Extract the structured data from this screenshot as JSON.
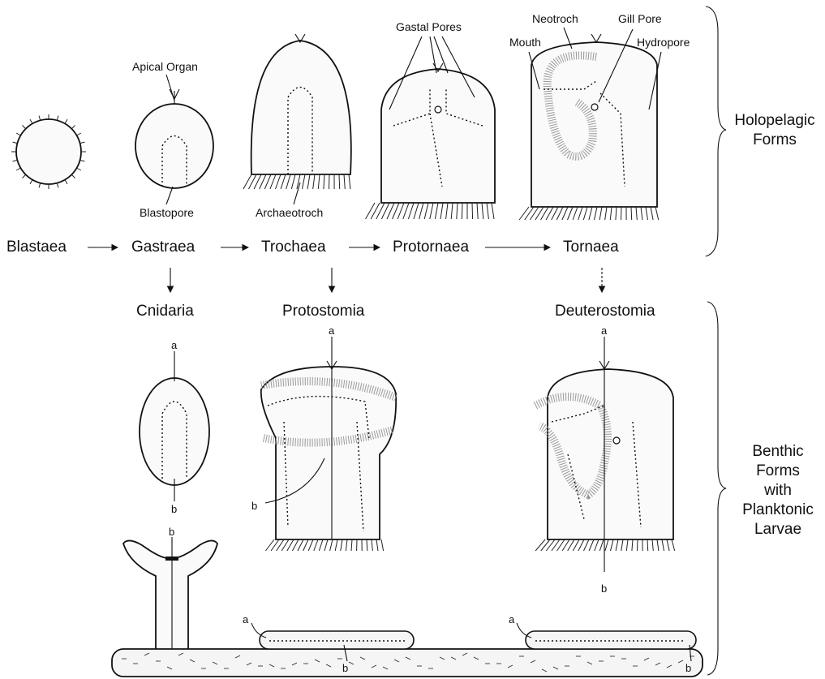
{
  "stages": {
    "blastaea": "Blastaea",
    "gastraea": "Gastraea",
    "trochaea": "Trochaea",
    "protornaea": "Protornaea",
    "tornaea": "Tornaea"
  },
  "groups": {
    "cnidaria": "Cnidaria",
    "protostomia": "Protostomia",
    "deuterostomia": "Deuterostomia"
  },
  "labels": {
    "apical_organ": "Apical Organ",
    "blastopore": "Blastopore",
    "archaeotroch": "Archaeotroch",
    "gastral_pores": "Gastal Pores",
    "neotroch": "Neotroch",
    "gill_pore": "Gill Pore",
    "mouth": "Mouth",
    "hydropore": "Hydropore"
  },
  "brackets": {
    "holopelagic": [
      "Holopelagic",
      "Forms"
    ],
    "benthic": [
      "Benthic",
      "Forms",
      "with",
      "Planktonic",
      "Larvae"
    ]
  },
  "axis_letters": {
    "a": "a",
    "b": "b"
  }
}
